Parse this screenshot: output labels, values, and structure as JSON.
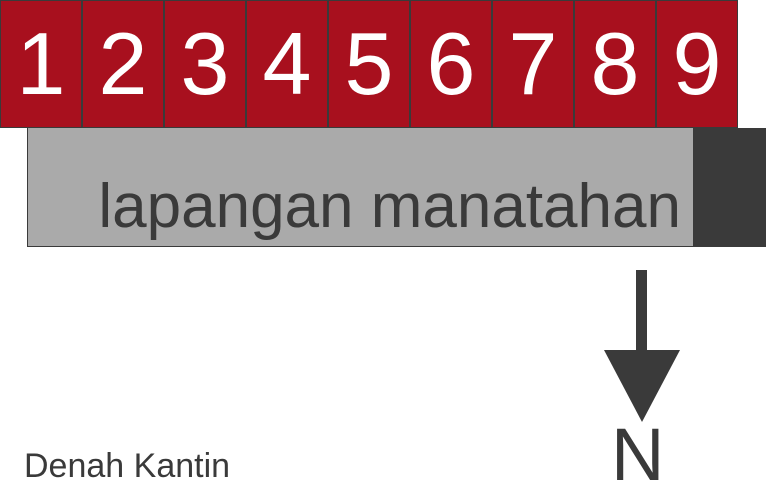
{
  "stalls": [
    {
      "label": "1"
    },
    {
      "label": "2"
    },
    {
      "label": "3"
    },
    {
      "label": "4"
    },
    {
      "label": "5"
    },
    {
      "label": "6"
    },
    {
      "label": "7"
    },
    {
      "label": "8"
    },
    {
      "label": "9"
    }
  ],
  "field": {
    "label": "lapangan manatahan"
  },
  "compass": {
    "label": "N",
    "icon": "arrow-down-icon"
  },
  "caption": "Denah Kantin",
  "colors": {
    "stall_fill": "#a8101e",
    "stall_text": "#ffffff",
    "field_fill": "#aaaaaa",
    "dark": "#3a3a3a",
    "background": "#ffffff"
  }
}
